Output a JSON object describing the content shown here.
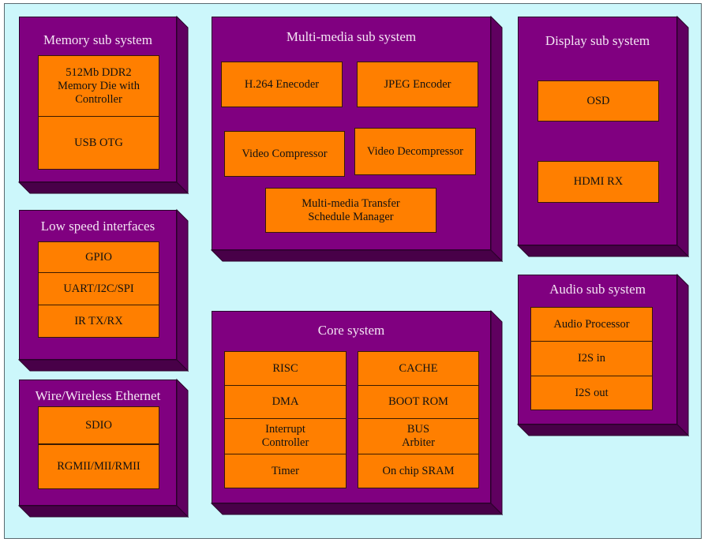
{
  "colors": {
    "background": "#ccf7fb",
    "block": "#800080",
    "block_side": "#600060",
    "block_bottom": "#480048",
    "cell": "#ff7f00"
  },
  "memory": {
    "title": "Memory sub system",
    "items": [
      "512Mb DDR2\nMemory Die with\nController",
      "USB OTG"
    ]
  },
  "multimedia": {
    "title": "Multi-media sub system",
    "items": [
      "H.264 Enecoder",
      "JPEG Encoder",
      "Video Compressor",
      "Video Decompressor",
      "Multi-media  Transfer\nSchedule Manager"
    ]
  },
  "display": {
    "title": "Display sub system",
    "items": [
      "OSD",
      "HDMI RX"
    ]
  },
  "lowspeed": {
    "title": "Low speed interfaces",
    "items": [
      "GPIO",
      "UART/I2C/SPI",
      "IR TX/RX"
    ]
  },
  "ethernet": {
    "title": "Wire/Wireless Ethernet",
    "items": [
      "SDIO",
      "RGMII/MII/RMII"
    ]
  },
  "core": {
    "title": "Core system",
    "left": [
      "RISC",
      "DMA",
      "Interrupt\nController",
      "Timer"
    ],
    "right": [
      "CACHE",
      "BOOT ROM",
      "BUS\nArbiter",
      "On chip SRAM"
    ]
  },
  "audio": {
    "title": "Audio sub system",
    "items": [
      "Audio Processor",
      "I2S in",
      "I2S out"
    ]
  }
}
